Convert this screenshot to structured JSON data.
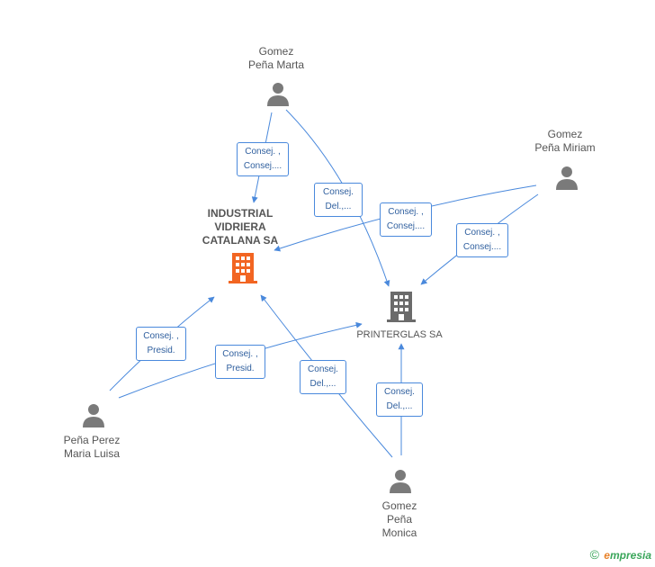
{
  "nodes": {
    "gomez_marta": {
      "line1": "Gomez",
      "line2": "Peña Marta"
    },
    "gomez_miriam": {
      "line1": "Gomez",
      "line2": "Peña Miriam"
    },
    "industrial": {
      "line1": "INDUSTRIAL",
      "line2": "VIDRIERA",
      "line3": "CATALANA SA"
    },
    "printerglas": {
      "line1": "PRINTERGLAS SA"
    },
    "pena_perez": {
      "line1": "Peña Perez",
      "line2": "Maria Luisa"
    },
    "gomez_monica": {
      "line1": "Gomez",
      "line2": "Peña",
      "line3": "Monica"
    }
  },
  "edges": {
    "marta_industrial": {
      "line1": "Consej. ,",
      "line2": "Consej...."
    },
    "marta_printerglas": {
      "line1": "Consej.",
      "line2": "Del.,..."
    },
    "miriam_industrial": {
      "line1": "Consej. ,",
      "line2": "Consej...."
    },
    "miriam_printerglas": {
      "line1": "Consej. ,",
      "line2": "Consej...."
    },
    "perez_industrial": {
      "line1": "Consej. ,",
      "line2": "Presid."
    },
    "perez_printerglas": {
      "line1": "Consej. ,",
      "line2": "Presid."
    },
    "monica_industrial": {
      "line1": "Consej.",
      "line2": "Del.,..."
    },
    "monica_printerglas": {
      "line1": "Consej.",
      "line2": "Del.,..."
    }
  },
  "footer": {
    "copyright": "©",
    "brand_e": "e",
    "brand_rest": "mpresia"
  },
  "colors": {
    "edge": "#4a89dc",
    "person": "#7a7a7a",
    "company_main": "#f26522",
    "company": "#6b6b6b"
  }
}
